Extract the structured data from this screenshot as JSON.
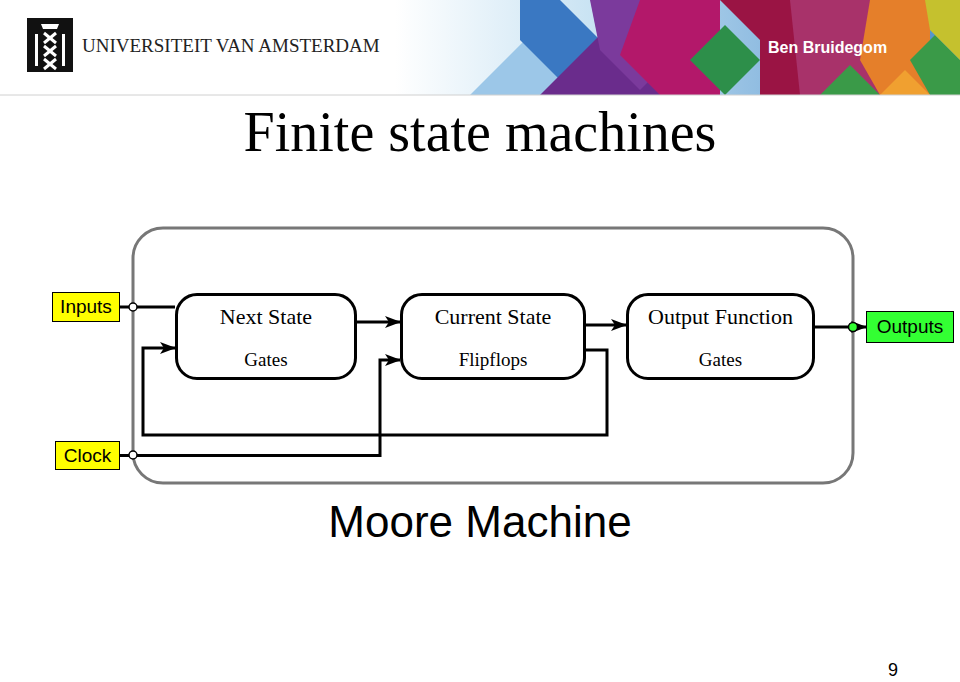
{
  "diagram": {
    "title": "Finite state machines",
    "caption": "Moore Machine",
    "nodes": [
      {
        "text": [
          "Inputs"
        ]
      },
      {
        "text": [
          "Next State",
          "Gates"
        ]
      },
      {
        "text": [
          "Current State",
          "Flipflops"
        ]
      },
      {
        "text": [
          "Output Function",
          "Gates"
        ]
      },
      {
        "text": [
          "Outputs"
        ]
      },
      {
        "text": [
          "Clock"
        ]
      }
    ],
    "edges": [
      {
        "from": 0,
        "to": 1,
        "arrow": "none"
      },
      {
        "from": 1,
        "to": 2,
        "arrow": "to"
      },
      {
        "from": 2,
        "to": 3,
        "arrow": "to"
      },
      {
        "from": 3,
        "to": 4,
        "arrow": "to"
      },
      {
        "from": 2,
        "to": 1,
        "arrow": "to"
      },
      {
        "from": 5,
        "to": 2,
        "arrow": "to"
      }
    ],
    "labels": [
      "UNIVERSITEIT VAN AMSTERDAM",
      "Ben Bruidegom",
      "9"
    ]
  }
}
